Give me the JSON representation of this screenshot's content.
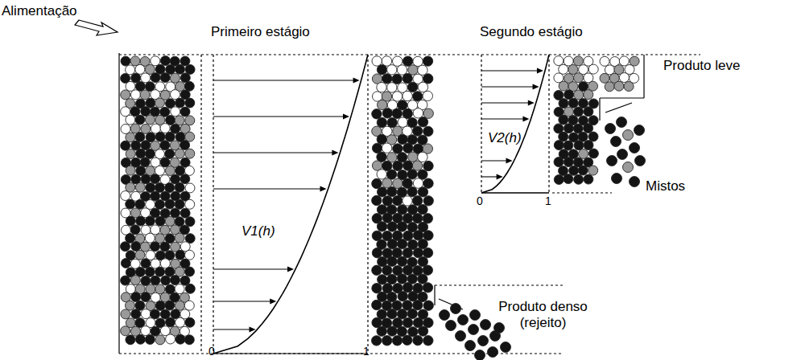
{
  "diagram": {
    "labels": [
      "Alimentação",
      "Primeiro estágio",
      "Segundo estágio",
      "Produto leve",
      "V2(h)",
      "Mistos",
      "V1(h)",
      "Produto denso (rejeito)",
      "0",
      "1",
      "0",
      "1"
    ]
  }
}
